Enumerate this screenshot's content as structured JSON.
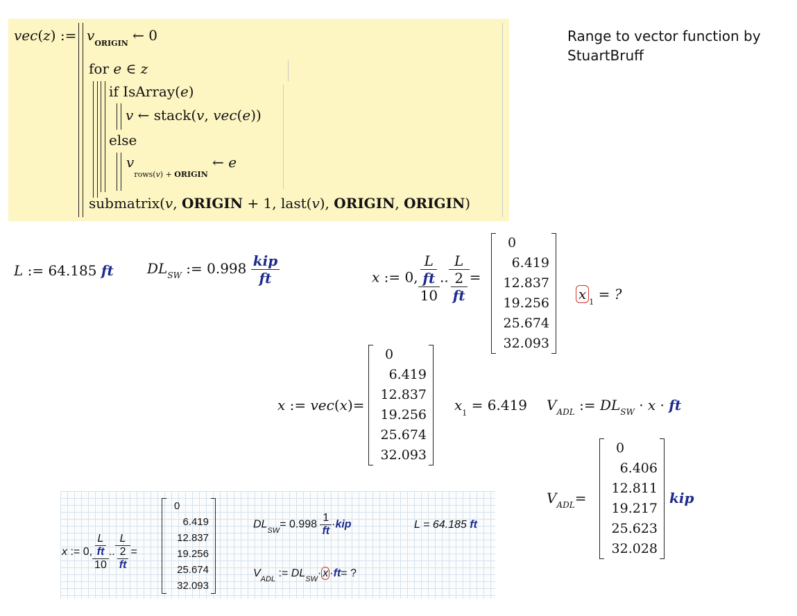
{
  "title": "Range to vector function by StuartBruff",
  "program": {
    "def_name": "vec",
    "def_arg": "z",
    "assign": ":=",
    "line1_var": "v",
    "line1_sub": "ORIGIN",
    "line1_rhs": "← 0",
    "for_kw": "for",
    "for_cond": "e ∈ z",
    "if_kw": "if",
    "if_cond": "IsArray",
    "if_arg": "e",
    "then_var": "v",
    "then_rhs": "← stack",
    "then_args_v": "v",
    "then_args_vec": "vec",
    "then_args_e": "e",
    "else_kw": "else",
    "else_var": "v",
    "else_sub_fn": "rows",
    "else_sub_arg": "v",
    "else_sub_plus": "+",
    "else_sub_origin": "ORIGIN",
    "else_rhs": "← e",
    "last_fn": "submatrix",
    "last_v": "v",
    "last_origin1": "ORIGIN",
    "last_plus1": "+ 1",
    "last_lastfn": "last",
    "last_lastarg": "v",
    "last_origin2": "ORIGIN",
    "last_origin3": "ORIGIN"
  },
  "L_def": {
    "name": "L",
    "assign": ":=",
    "value": "64.185",
    "unit": "ft"
  },
  "DL_def": {
    "name": "DL",
    "sub": "SW",
    "assign": ":=",
    "value": "0.998",
    "unit_num": "kip",
    "unit_den": "ft"
  },
  "x_range": {
    "lhs": "x",
    "assign": ":=",
    "start": "0,",
    "frac1_num_top": "L",
    "frac1_num_bot": "ft",
    "frac1_den": "10",
    "dots": "..",
    "frac2_num": "L",
    "frac2_den_top": "2",
    "frac2_den_bot": "ft",
    "equals": "=",
    "values": [
      "0",
      "6.419",
      "12.837",
      "19.256",
      "25.674",
      "32.093"
    ]
  },
  "x1_query": {
    "var": "x",
    "sub": "1",
    "result": "= ?"
  },
  "x_vec": {
    "lhs": "x",
    "assign": ":=",
    "fn": "vec",
    "arg": "x",
    "equals": "=",
    "values": [
      "0",
      "6.419",
      "12.837",
      "19.256",
      "25.674",
      "32.093"
    ]
  },
  "x1_eval": {
    "var": "x",
    "sub": "1",
    "result": "= 6.419"
  },
  "V_def": {
    "name": "V",
    "sub": "ADL",
    "assign": ":=",
    "dl": "DL",
    "dl_sub": "SW",
    "dot1": "·",
    "x": "x",
    "dot2": "·",
    "unit": "ft"
  },
  "V_eval": {
    "name": "V",
    "sub": "ADL",
    "equals": "=",
    "values": [
      "0",
      "6.406",
      "12.811",
      "19.217",
      "25.623",
      "32.028"
    ],
    "unit": "kip"
  },
  "grid_pic": {
    "x_lhs": "x",
    "x_assign": ":=",
    "x_start": "0,",
    "f1_top": "L",
    "f1_mid": "ft",
    "f1_den": "10",
    "dots": "..",
    "f2_num": "L",
    "f2_den_top": "2",
    "f2_den_bot": "ft",
    "equals": "=",
    "values": [
      "0",
      "6.419",
      "12.837",
      "19.256",
      "25.674",
      "32.093"
    ],
    "dl_name": "DL",
    "dl_sub": "SW",
    "dl_val": "= 0.998",
    "dl_unit_num": "1",
    "dl_unit_den": "ft",
    "dl_dot": "·",
    "dl_kip": "kip",
    "L_text": "L = 64.185",
    "L_unit": "ft",
    "v_name": "V",
    "v_sub": "ADL",
    "v_assign": ":=",
    "v_dl": "DL",
    "v_dl_sub": "SW",
    "v_dot1": "·",
    "v_x": "x",
    "v_dot2": "·",
    "v_ft": "ft",
    "v_res": "= ?"
  }
}
